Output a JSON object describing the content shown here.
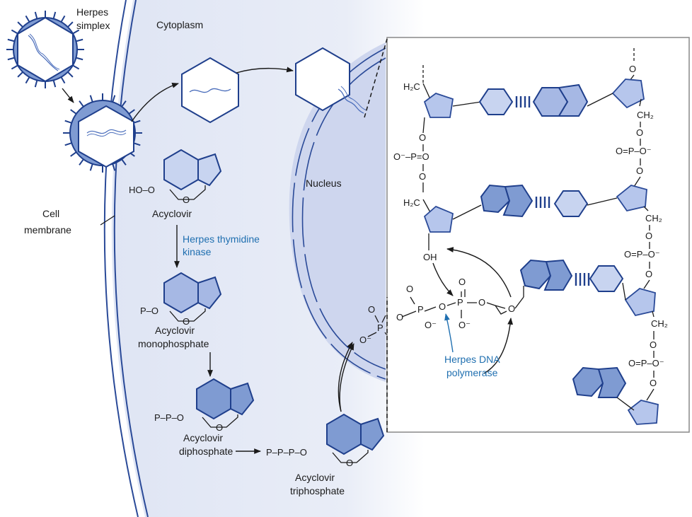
{
  "labels": {
    "herpes_simplex": [
      "Herpes",
      "simplex"
    ],
    "cytoplasm": "Cytoplasm",
    "nucleus": "Nucleus",
    "cell_membrane": [
      "Cell",
      "membrane"
    ],
    "acyclovir": "Acyclovir",
    "herpes_thymidine_kinase": [
      "Herpes thymidine",
      "kinase"
    ],
    "acyclovir_monophosphate": [
      "Acyclovir",
      "monophosphate"
    ],
    "acyclovir_diphosphate": [
      "Acyclovir",
      "diphosphate"
    ],
    "acyclovir_triphosphate": [
      "Acyclovir",
      "triphosphate"
    ],
    "herpes_dna_polymerase": [
      "Herpes DNA",
      "polymerase"
    ]
  },
  "chem": {
    "ho_o": "HO–O",
    "p_o": "P–O",
    "pp_o": "P–P–O",
    "ppp_o": "P–P–P–O",
    "o": "O",
    "oh": "OH",
    "h2c": "H₂C",
    "ch2": "CH₂",
    "o_minus_p_o": "O⁻–P=O",
    "o_p_o_minus": "O=P–O⁻",
    "p": "P",
    "o_minus": "O⁻"
  },
  "colors": {
    "blue_text": "#1f6fb0",
    "cytoplasm_fill": "#e7ebf6",
    "nucleus_fill": "#ced6ee",
    "membrane": "#2a4a98",
    "ring_dark": "#7f9bd2",
    "ring_light": "#c8d4f0"
  }
}
